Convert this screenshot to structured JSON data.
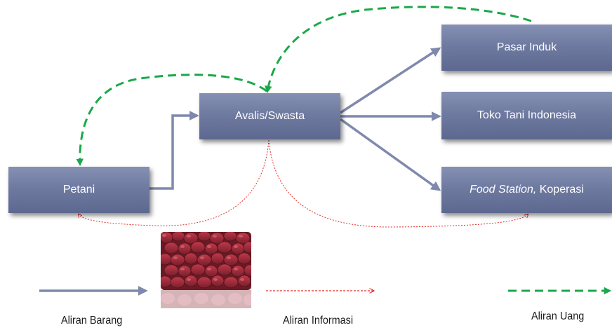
{
  "nodes": {
    "petani": "Petani",
    "avalis": "Avalis/Swasta",
    "pasar": "Pasar Induk",
    "toko": "Toko Tani Indonesia",
    "food_italic": "Food Station,",
    "food_rest": " Koperasi"
  },
  "legend": {
    "barang": "Aliran Barang",
    "informasi": "Aliran Informasi",
    "uang": "Aliran Uang"
  },
  "image": {
    "subject": "shallots-photo"
  },
  "colors": {
    "goods_arrow": "#7f89ad",
    "info_arrow": "#e0302a",
    "money_arrow": "#1aa84a",
    "node_fill": "#6f7aa0"
  }
}
